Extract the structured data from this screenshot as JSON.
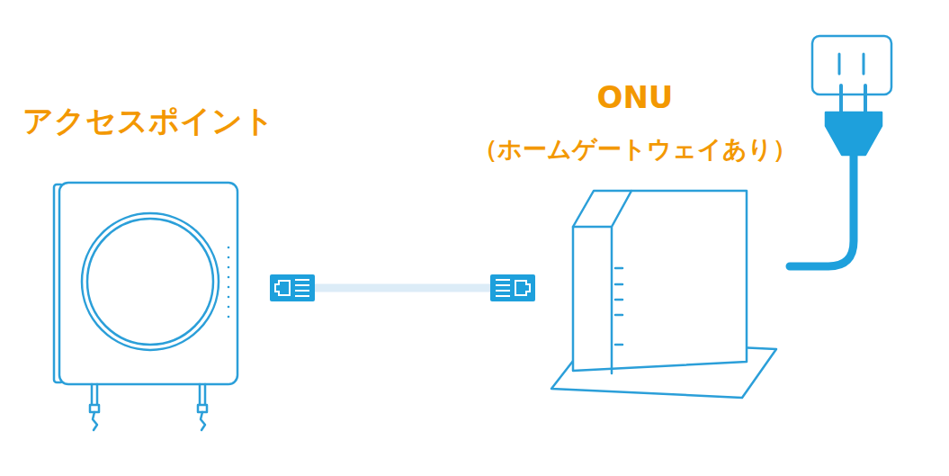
{
  "diagram": {
    "nodes": [
      {
        "text": [
          "アクセスポイント"
        ]
      },
      {
        "text": [
          "ONU",
          "（ホームゲートウェイあり）"
        ]
      }
    ],
    "edges": [
      {
        "from": 0,
        "to": 1,
        "arrow": "none"
      }
    ]
  }
}
